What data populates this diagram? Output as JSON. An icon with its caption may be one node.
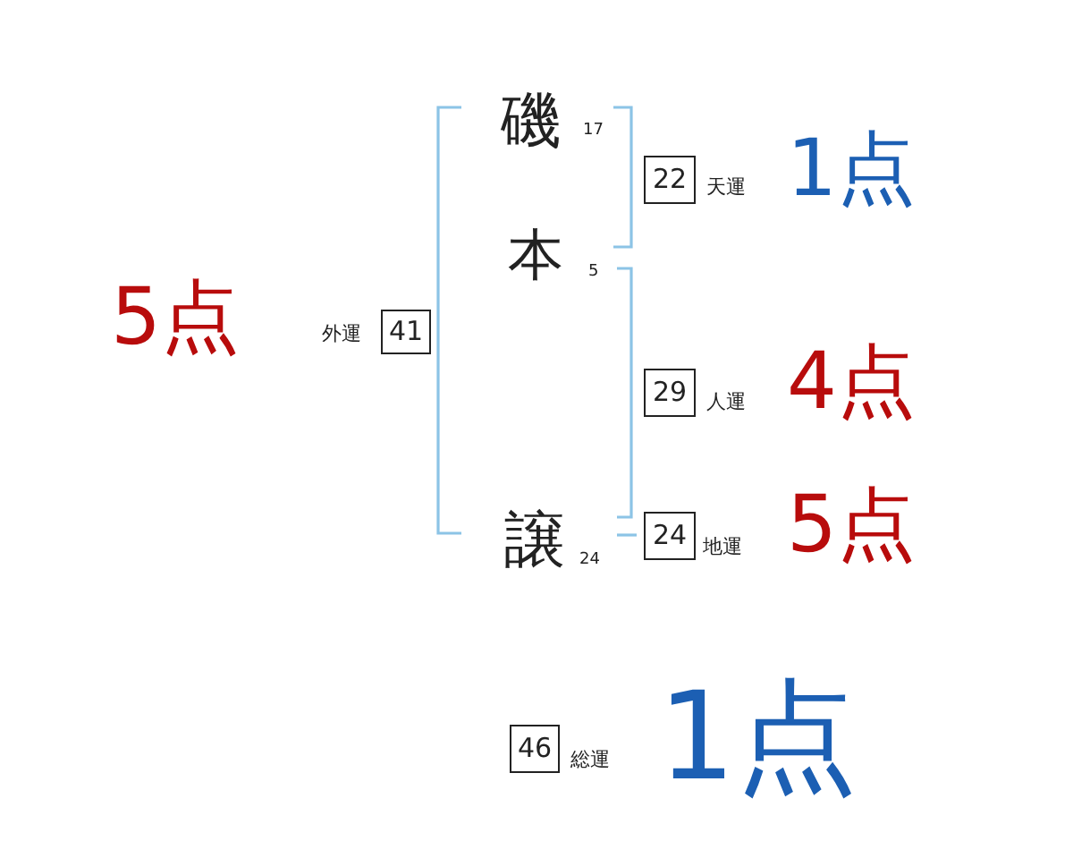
{
  "diagram": {
    "nodes": [
      {
        "text": [
          "22"
        ],
        "beside": [
          "天運",
          "1点"
        ]
      },
      {
        "text": [
          "29"
        ],
        "beside": [
          "人運",
          "4点"
        ]
      },
      {
        "text": [
          "24"
        ],
        "beside": [
          "地運",
          "5点"
        ]
      },
      {
        "text": [
          "41"
        ],
        "beside": [
          "外運",
          "5点"
        ]
      },
      {
        "text": [
          "46"
        ],
        "beside": [
          "総運",
          "1点"
        ]
      }
    ],
    "labels": [
      "磯",
      "17",
      "本",
      "5",
      "譲",
      "24"
    ]
  }
}
